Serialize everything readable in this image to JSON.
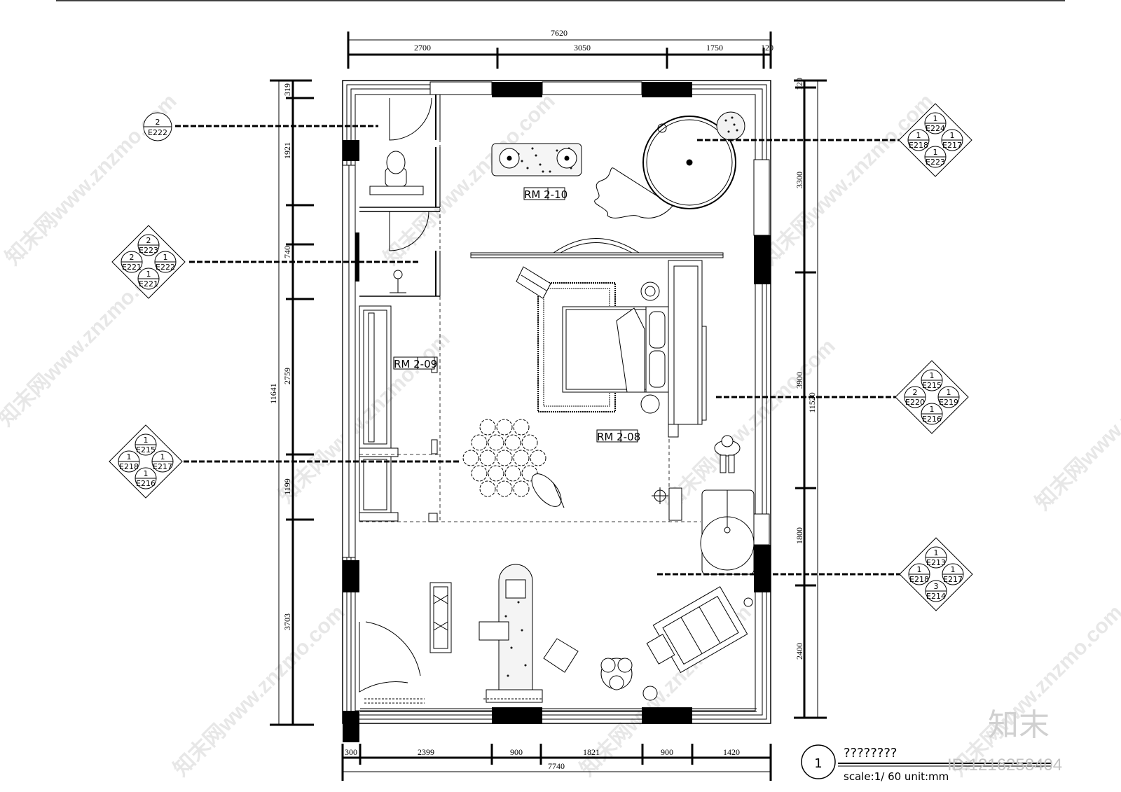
{
  "plan": {
    "title": "????????",
    "number": "1",
    "scale": "scale:1/ 60 unit:mm",
    "id_label": "ID:1216258404",
    "brand_mark": "知末",
    "watermark_text": "知末网www.znzmo.com"
  },
  "dimensions": {
    "top_total": "7620",
    "top_segments": [
      "2700",
      "3050",
      "1750",
      "120"
    ],
    "bottom_total": "7740",
    "bottom_segments": [
      "300",
      "2399",
      "900",
      "1821",
      "900",
      "1420"
    ],
    "left_total": "11641",
    "left_segments": [
      "319",
      "1921",
      "740",
      "2759",
      "1199",
      "3703"
    ],
    "right_total": "11520",
    "right_segments": [
      "120",
      "3300",
      "3900",
      "1800",
      "2400"
    ]
  },
  "rooms": [
    {
      "label": "RM 2-10"
    },
    {
      "label": "RM 2-09"
    },
    {
      "label": "RM 2-08"
    }
  ],
  "elevation_tags": [
    {
      "side": "left",
      "codes": [
        "2",
        "E222"
      ]
    },
    {
      "side": "left",
      "codes": [
        "2",
        "E223",
        "2",
        "E221",
        "1",
        "E222",
        "1",
        "E221"
      ]
    },
    {
      "side": "left",
      "codes": [
        "1",
        "E215",
        "1",
        "E218",
        "1",
        "E217",
        "1",
        "E216"
      ]
    },
    {
      "side": "right",
      "codes": [
        "1",
        "E224",
        "1",
        "E218",
        "1",
        "E217",
        "1",
        "E223"
      ]
    },
    {
      "side": "right",
      "codes": [
        "1",
        "E215",
        "2",
        "E220",
        "1",
        "E219",
        "1",
        "E216"
      ]
    },
    {
      "side": "right",
      "codes": [
        "1",
        "E213",
        "1",
        "E218",
        "1",
        "E217",
        "3",
        "E214"
      ]
    }
  ],
  "colors": {
    "ink": "#000000",
    "watermark": "#c9c9c9",
    "paper": "#ffffff"
  }
}
